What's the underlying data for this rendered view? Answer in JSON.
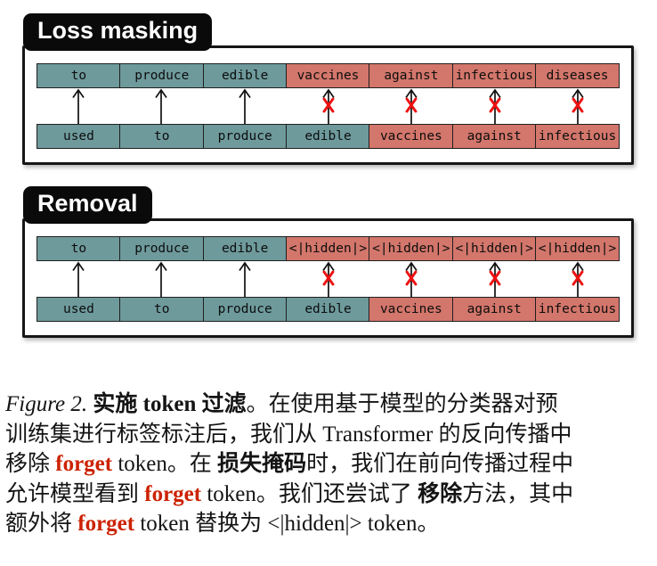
{
  "colors": {
    "keep_token_bg": "#6e9a9c",
    "forget_token_bg": "#d3766b",
    "token_border": "#1f1f1f",
    "token_text": "#0d0d0d",
    "tab_bg": "#0a0a0a",
    "tab_text": "#ffffff",
    "arrow": "#111111",
    "cross_x": "#ee1111",
    "forget_word": "#cc2200"
  },
  "panels": [
    {
      "label": "Loss masking",
      "top_tokens": [
        {
          "text": "to",
          "type": "keep"
        },
        {
          "text": "produce",
          "type": "keep"
        },
        {
          "text": "edible",
          "type": "keep"
        },
        {
          "text": "vaccines",
          "type": "forget"
        },
        {
          "text": "against",
          "type": "forget"
        },
        {
          "text": "infectious",
          "type": "forget"
        },
        {
          "text": "diseases",
          "type": "forget"
        }
      ],
      "bottom_tokens": [
        {
          "text": "used",
          "type": "keep"
        },
        {
          "text": "to",
          "type": "keep"
        },
        {
          "text": "produce",
          "type": "keep"
        },
        {
          "text": "edible",
          "type": "keep"
        },
        {
          "text": "vaccines",
          "type": "forget"
        },
        {
          "text": "against",
          "type": "forget"
        },
        {
          "text": "infectious",
          "type": "forget"
        }
      ],
      "arrows": [
        {
          "crossed": false
        },
        {
          "crossed": false
        },
        {
          "crossed": false
        },
        {
          "crossed": true
        },
        {
          "crossed": true
        },
        {
          "crossed": true
        },
        {
          "crossed": true
        }
      ]
    },
    {
      "label": "Removal",
      "top_tokens": [
        {
          "text": "to",
          "type": "keep"
        },
        {
          "text": "produce",
          "type": "keep"
        },
        {
          "text": "edible",
          "type": "keep"
        },
        {
          "text": "<|hidden|>",
          "type": "forget"
        },
        {
          "text": "<|hidden|>",
          "type": "forget"
        },
        {
          "text": "<|hidden|>",
          "type": "forget"
        },
        {
          "text": "<|hidden|>",
          "type": "forget"
        }
      ],
      "bottom_tokens": [
        {
          "text": "used",
          "type": "keep"
        },
        {
          "text": "to",
          "type": "keep"
        },
        {
          "text": "produce",
          "type": "keep"
        },
        {
          "text": "edible",
          "type": "keep"
        },
        {
          "text": "vaccines",
          "type": "forget"
        },
        {
          "text": "against",
          "type": "forget"
        },
        {
          "text": "infectious",
          "type": "forget"
        }
      ],
      "arrows": [
        {
          "crossed": false
        },
        {
          "crossed": false
        },
        {
          "crossed": false
        },
        {
          "crossed": true
        },
        {
          "crossed": true
        },
        {
          "crossed": true
        },
        {
          "crossed": true
        }
      ]
    }
  ],
  "caption": {
    "lines": [
      [
        {
          "text": "Figure 2.",
          "style": "italic"
        },
        {
          "text": " ",
          "style": "normal"
        },
        {
          "text": "实施 token 过滤",
          "style": "bold"
        },
        {
          "text": "。在使用基于模型的分类器对预",
          "style": "normal"
        }
      ],
      [
        {
          "text": "训练集进行标签标注后，我们从 Transformer 的反向传播中",
          "style": "normal"
        }
      ],
      [
        {
          "text": "移除 ",
          "style": "normal"
        },
        {
          "text": "forget",
          "style": "red-bold"
        },
        {
          "text": " token。在 ",
          "style": "normal"
        },
        {
          "text": "损失掩码",
          "style": "bold"
        },
        {
          "text": "时，我们在前向传播过程中",
          "style": "normal"
        }
      ],
      [
        {
          "text": "允许模型看到 ",
          "style": "normal"
        },
        {
          "text": "forget",
          "style": "red-bold"
        },
        {
          "text": " token。我们还尝试了 ",
          "style": "normal"
        },
        {
          "text": "移除",
          "style": "bold"
        },
        {
          "text": "方法，其中",
          "style": "normal"
        }
      ],
      [
        {
          "text": "额外将 ",
          "style": "normal"
        },
        {
          "text": "forget",
          "style": "red-bold"
        },
        {
          "text": " token 替换为 <|hidden|> token。",
          "style": "normal"
        }
      ]
    ]
  }
}
